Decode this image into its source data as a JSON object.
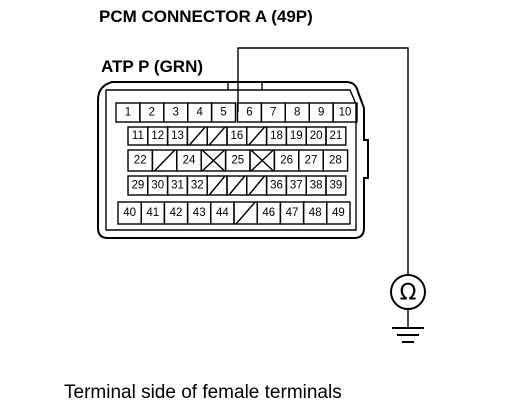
{
  "title": "PCM CONNECTOR A (49P)",
  "terminal_label": "ATP P (GRN)",
  "caption": "Terminal side of female terminals",
  "meter_symbol": "Ω",
  "rows": [
    [
      "1",
      "2",
      "3",
      "4",
      "5",
      "6",
      "7",
      "8",
      "9",
      "10"
    ],
    [
      "11",
      "12",
      "13",
      "",
      "",
      "16",
      "",
      "18",
      "19",
      "20",
      "21"
    ],
    [
      "22",
      "",
      "24",
      "",
      "25",
      "",
      "26",
      "27",
      "28"
    ],
    [
      "29",
      "30",
      "31",
      "32",
      "",
      "",
      "",
      "36",
      "37",
      "38",
      "39"
    ],
    [
      "40",
      "41",
      "42",
      "43",
      "44",
      "",
      "46",
      "47",
      "48",
      "49"
    ]
  ],
  "icons": {
    "meter": "ohmmeter-icon",
    "ground": "ground-icon"
  }
}
